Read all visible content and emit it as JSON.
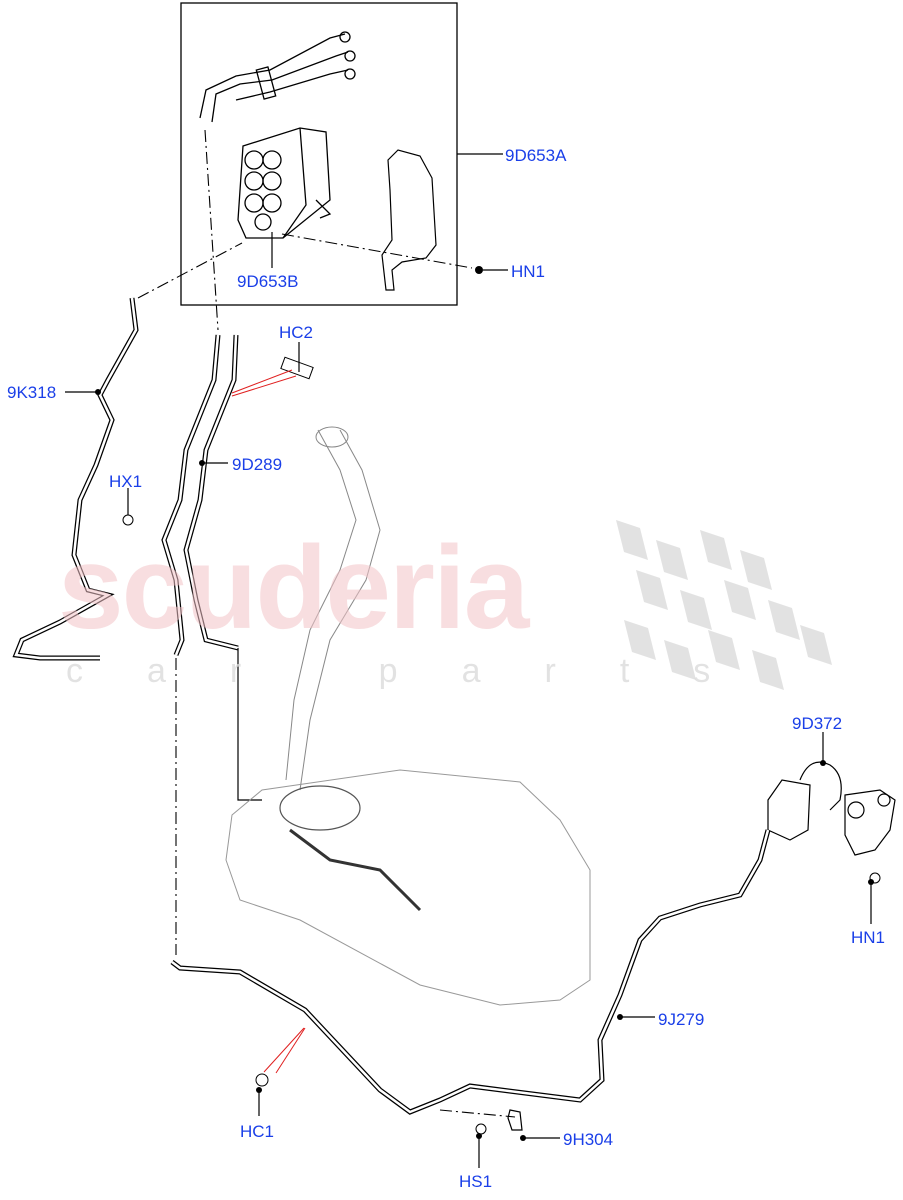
{
  "diagram": {
    "title": "Fuel vapour canister and purge lines exploded parts diagram",
    "accent_color": "#1a3fe8",
    "leader_color": "#000000",
    "clip_line_color": "#e02020"
  },
  "watermark": {
    "brand": "scuderia",
    "sub": "car parts"
  },
  "callouts": [
    {
      "id": "9D653A",
      "label": "9D653A"
    },
    {
      "id": "9D653B",
      "label": "9D653B"
    },
    {
      "id": "HN1-top",
      "label": "HN1"
    },
    {
      "id": "HC2",
      "label": "HC2"
    },
    {
      "id": "9K318",
      "label": "9K318"
    },
    {
      "id": "9D289",
      "label": "9D289"
    },
    {
      "id": "HX1",
      "label": "HX1"
    },
    {
      "id": "9D372",
      "label": "9D372"
    },
    {
      "id": "HN1-right",
      "label": "HN1"
    },
    {
      "id": "9J279",
      "label": "9J279"
    },
    {
      "id": "HC1",
      "label": "HC1"
    },
    {
      "id": "9H304",
      "label": "9H304"
    },
    {
      "id": "HS1",
      "label": "HS1"
    }
  ]
}
